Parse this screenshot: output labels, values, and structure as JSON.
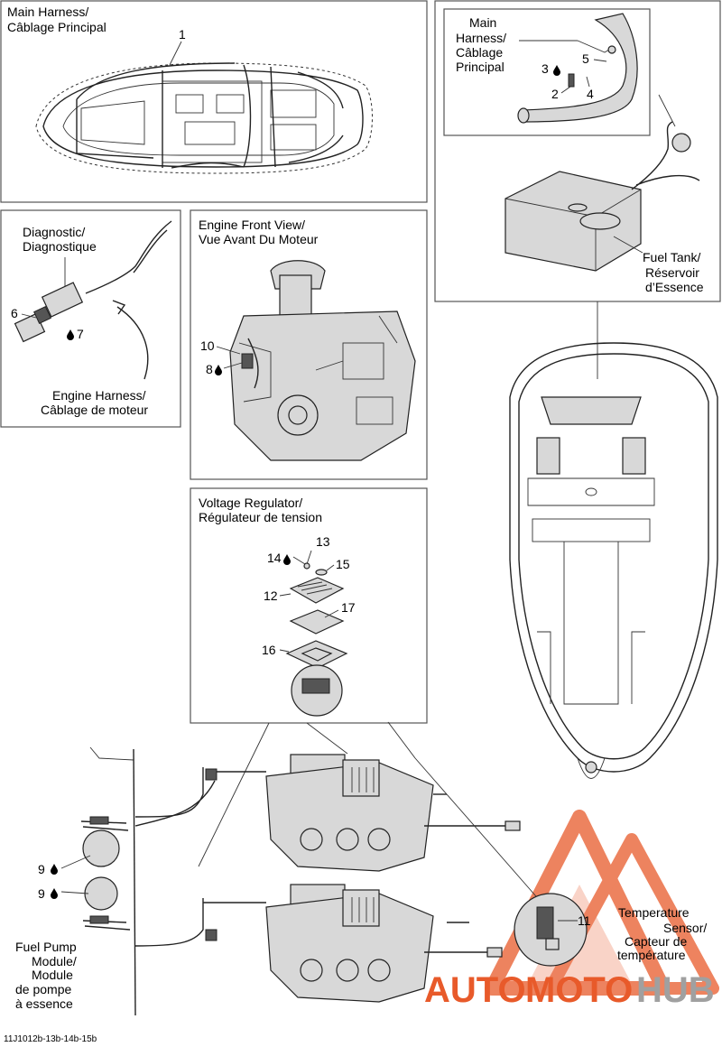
{
  "labels": {
    "main_harness_a": "Main Harness/",
    "main_harness_b": "Câblage Principal",
    "main_harness_c1": "Main",
    "main_harness_c2": "Harness/",
    "main_harness_c3": "Câblage",
    "main_harness_c4": "Principal",
    "diagnostic_1": "Diagnostic/",
    "diagnostic_2": "Diagnostique",
    "engine_harness_1": "Engine Harness/",
    "engine_harness_2": "Câblage de moteur",
    "engine_front_1": "Engine Front View/",
    "engine_front_2": "Vue Avant Du Moteur",
    "fuel_tank_1": "Fuel Tank/",
    "fuel_tank_2": "Réservoir",
    "fuel_tank_3": "d’Essence",
    "voltage_reg_1": "Voltage Regulator/",
    "voltage_reg_2": "Régulateur de tension",
    "temp_sensor_1": "Temperature",
    "temp_sensor_2": "Sensor/",
    "temp_sensor_3": "Capteur de",
    "temp_sensor_4": "température",
    "fuel_pump_1": "Fuel Pump",
    "fuel_pump_2": "Module/",
    "fuel_pump_3": "Module",
    "fuel_pump_4": "de pompe",
    "fuel_pump_5": "à essence",
    "drawing_code": "11J1012b-13b-14b-15b"
  },
  "callouts": {
    "c1": "1",
    "c2": "2",
    "c3": "3",
    "c4": "4",
    "c5": "5",
    "c6": "6",
    "c7": "7",
    "c8": "8",
    "c9a": "9",
    "c9b": "9",
    "c10": "10",
    "c11": "11",
    "c12": "12",
    "c13": "13",
    "c14": "14",
    "c15": "15",
    "c16": "16",
    "c17": "17"
  },
  "watermark": {
    "part1": "AUTO",
    "part2": "MOTO",
    "part3": "HUB"
  },
  "colors": {
    "watermark_red": "#e85a2a",
    "watermark_grey": "#a0a0a0"
  },
  "icons": {
    "drop": "oil-drop-icon"
  }
}
